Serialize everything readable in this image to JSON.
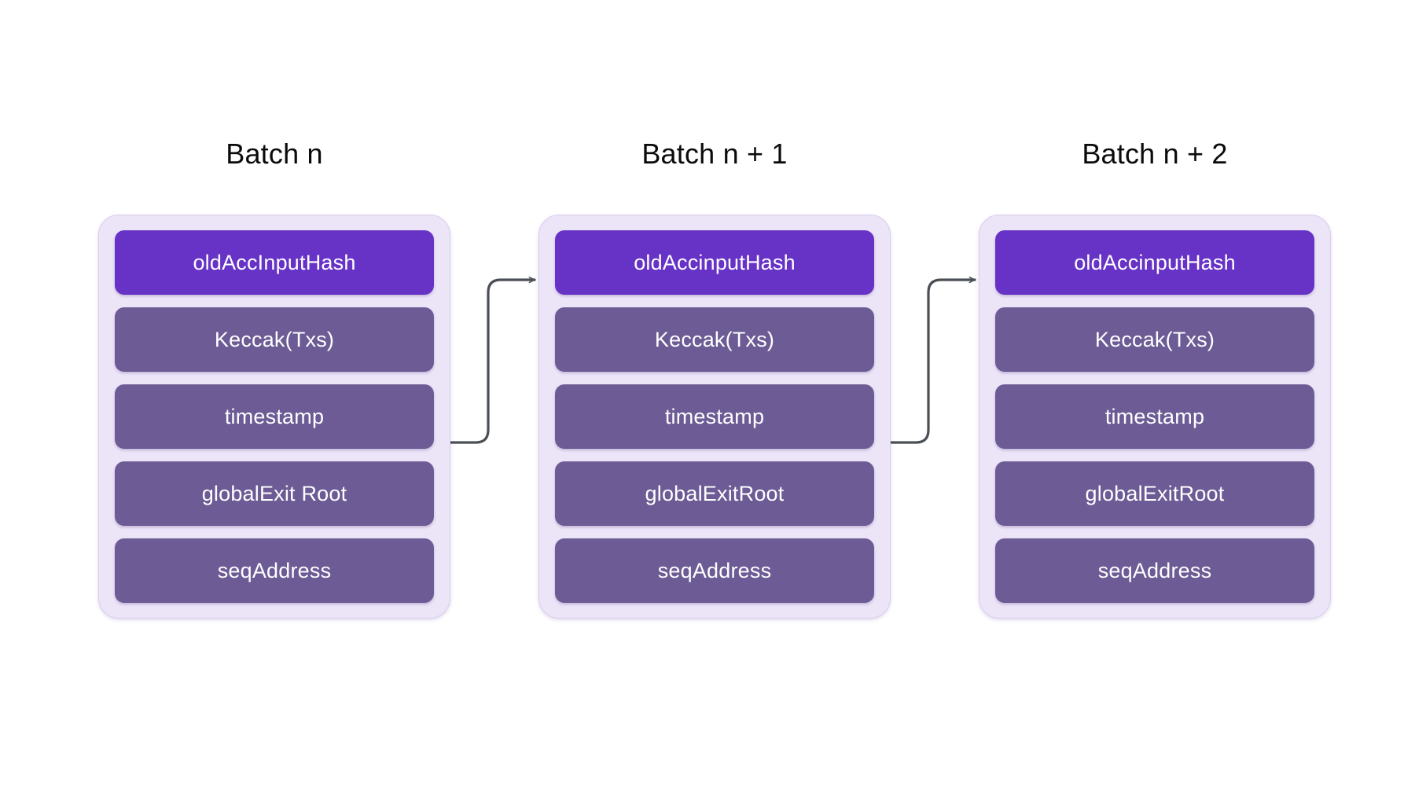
{
  "diagram": {
    "title_prefix": "Batch",
    "colors": {
      "accent_row": "#6633C6",
      "row": "#6C5B95",
      "card_background": "#ECE5F8",
      "card_border": "#D9CDEE",
      "connector": "#4A4F55",
      "page_background": "#FFFFFF",
      "title_text": "#0B0B0D",
      "row_text": "#FFFFFF"
    },
    "batches": [
      {
        "title": "Batch n",
        "fields": [
          {
            "label": "oldAccInputHash",
            "accent": true
          },
          {
            "label": "Keccak(Txs)",
            "accent": false
          },
          {
            "label": "timestamp",
            "accent": false
          },
          {
            "label": "globalExit Root",
            "accent": false
          },
          {
            "label": "seqAddress",
            "accent": false
          }
        ]
      },
      {
        "title": "Batch n + 1",
        "fields": [
          {
            "label": "oldAccinputHash",
            "accent": true
          },
          {
            "label": "Keccak(Txs)",
            "accent": false
          },
          {
            "label": "timestamp",
            "accent": false
          },
          {
            "label": "globalExitRoot",
            "accent": false
          },
          {
            "label": "seqAddress",
            "accent": false
          }
        ]
      },
      {
        "title": "Batch n + 2",
        "fields": [
          {
            "label": "oldAccinputHash",
            "accent": true
          },
          {
            "label": "Keccak(Txs)",
            "accent": false
          },
          {
            "label": "timestamp",
            "accent": false
          },
          {
            "label": "globalExitRoot",
            "accent": false
          },
          {
            "label": "seqAddress",
            "accent": false
          }
        ]
      }
    ],
    "connectors": [
      {
        "from_batch": 0,
        "from_field": "timestamp",
        "to_batch": 1,
        "to_field": "oldAccinputHash"
      },
      {
        "from_batch": 1,
        "from_field": "timestamp",
        "to_batch": 2,
        "to_field": "oldAccinputHash"
      }
    ]
  }
}
